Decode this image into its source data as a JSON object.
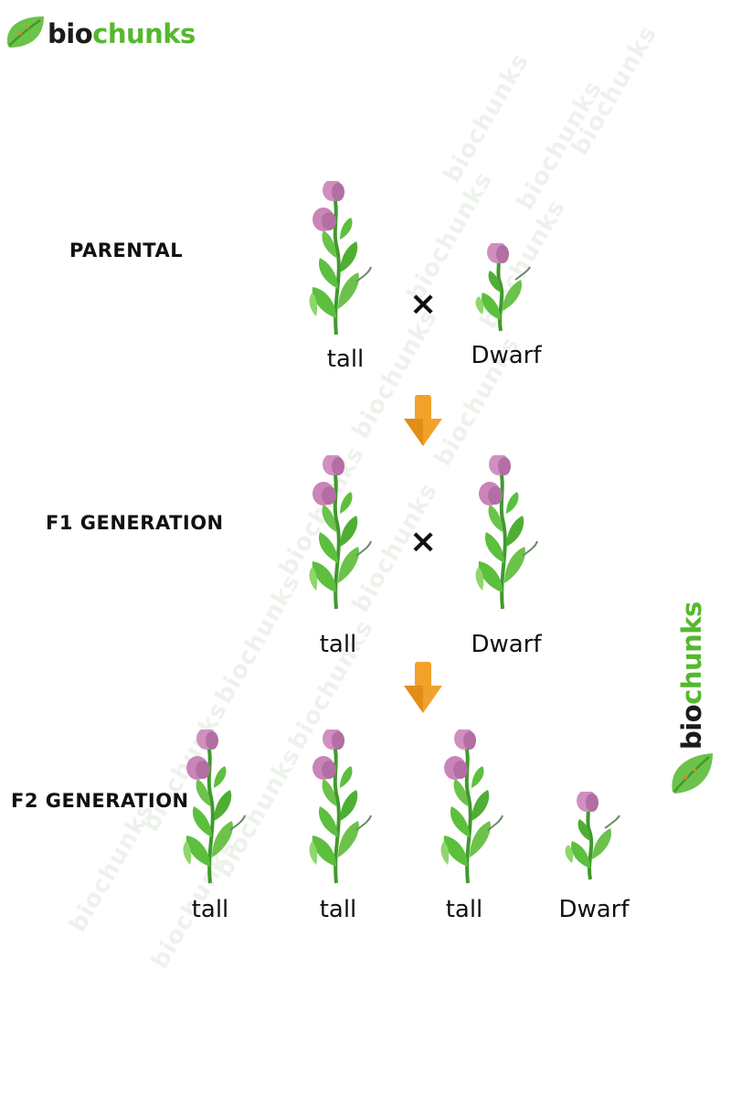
{
  "brand": {
    "bio": "bio",
    "chunks": "chunks"
  },
  "watermark_text": "biochunks",
  "generations": {
    "parental": "PARENTAL",
    "f1": "F1 GENERATION",
    "f2": "F2 GENERATION"
  },
  "labels": {
    "parental_left": "tall",
    "parental_right": "Dwarf",
    "f1_left": "tall",
    "f1_right": "Dwarf",
    "f2_1": "tall",
    "f2_2": "tall",
    "f2_3": "tall",
    "f2_4": "Dwarf"
  },
  "cross_symbol": "×",
  "colors": {
    "leaf": "#5cbf3e",
    "leaf_dark": "#3f9a2a",
    "flower": "#c984b8",
    "flower_dark": "#a9609a",
    "arrow": "#f2a12b",
    "brand_green": "#55b82e"
  }
}
